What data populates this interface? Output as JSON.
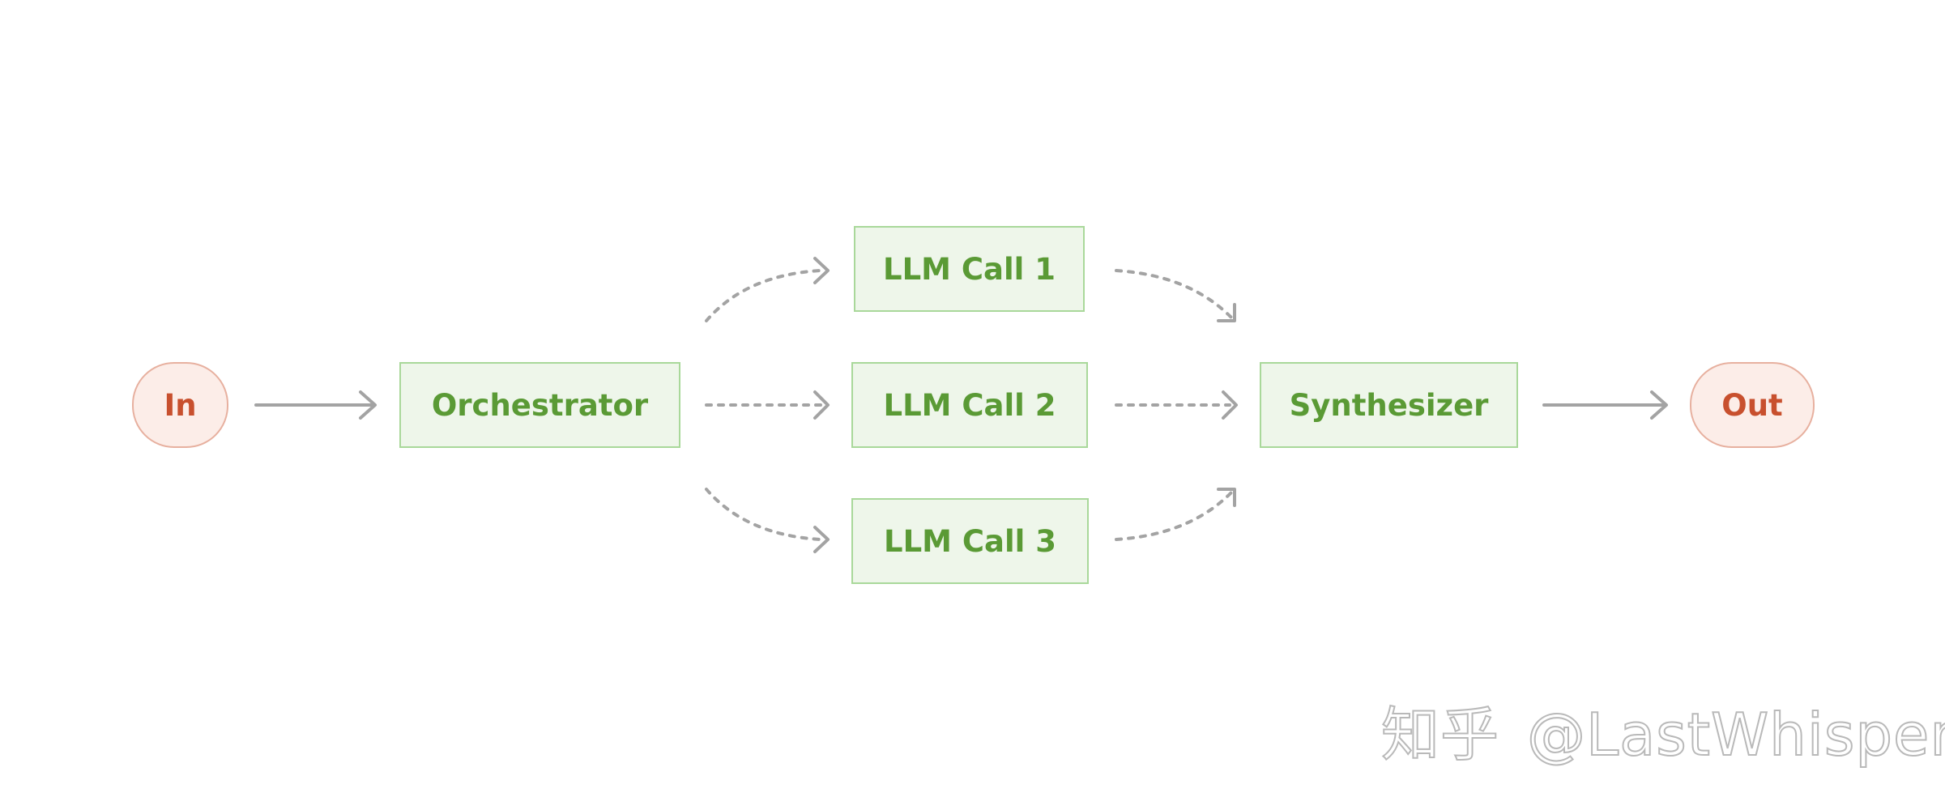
{
  "diagram": {
    "nodes": {
      "input": "In",
      "orchestrator": "Orchestrator",
      "llm_call_1": "LLM Call 1",
      "llm_call_2": "LLM Call 2",
      "llm_call_3": "LLM Call 3",
      "synthesizer": "Synthesizer",
      "output": "Out"
    },
    "edges": [
      {
        "from": "In",
        "to": "Orchestrator",
        "style": "solid"
      },
      {
        "from": "Orchestrator",
        "to": "LLM Call 1",
        "style": "dotted"
      },
      {
        "from": "Orchestrator",
        "to": "LLM Call 2",
        "style": "dotted"
      },
      {
        "from": "Orchestrator",
        "to": "LLM Call 3",
        "style": "dotted"
      },
      {
        "from": "LLM Call 1",
        "to": "Synthesizer",
        "style": "dotted"
      },
      {
        "from": "LLM Call 2",
        "to": "Synthesizer",
        "style": "dotted"
      },
      {
        "from": "LLM Call 3",
        "to": "Synthesizer",
        "style": "dotted"
      },
      {
        "from": "Synthesizer",
        "to": "Out",
        "style": "solid"
      }
    ]
  },
  "watermark": {
    "site": "知乎",
    "handle": "@LastWhisper"
  },
  "colors": {
    "background": "#ffffff",
    "io_fill": "#fcede8",
    "io_border": "#e7b09f",
    "io_text": "#c8502e",
    "step_fill": "#eef6ea",
    "step_border": "#a9d89a",
    "step_text": "#5a9a35",
    "arrow": "#a3a3a3",
    "watermark": "#b9b9b9"
  }
}
